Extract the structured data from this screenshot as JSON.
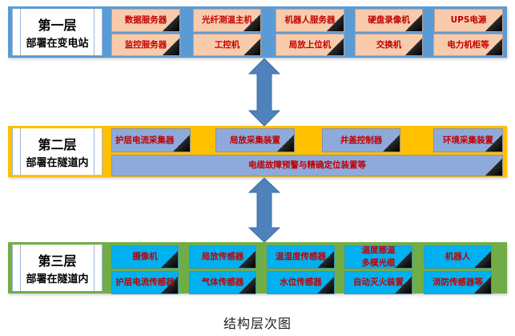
{
  "diagram": {
    "caption": "结构层次图",
    "colors": {
      "layer1_bg": "#5b9bd5",
      "layer2_bg": "#ffc000",
      "layer3_bg": "#70ad47",
      "layer1_cell": "#f8cbad",
      "layer2_cell": "#8eaadb",
      "layer3_cell": "#00b0f0",
      "cell_text": "#c00000",
      "arrow": "#4f81bd"
    },
    "layers": [
      {
        "title": "第一层",
        "subtitle": "部署在变电站",
        "rows": [
          [
            "数据服务器",
            "光纤测温主机",
            "机器人服务器",
            "硬盘录像机",
            "UPS电源"
          ],
          [
            "监控服务器",
            "工控机",
            "局放上位机",
            "交换机",
            "电力机柜等"
          ]
        ]
      },
      {
        "title": "第二层",
        "subtitle": "部署在隧道内",
        "rows": [
          [
            "护层电流采集器",
            "局放采集装置",
            "井盖控制器",
            "环境采集装置"
          ],
          [
            "电缆故障预警与精确定位装置等"
          ]
        ]
      },
      {
        "title": "第三层",
        "subtitle": "部署在隧道内",
        "rows": [
          [
            "摄像机",
            "局放传感器",
            "温湿度传感器",
            "温度感温\n多模光缆",
            "机器人"
          ],
          [
            "护层电流传感器",
            "气体传感器",
            "水位传感器",
            "自动灭火装置",
            "消防传感器等"
          ]
        ]
      }
    ],
    "connectors": [
      {
        "from": "第一层",
        "to": "第二层",
        "icon": "double-arrow-vertical-icon"
      },
      {
        "from": "第二层",
        "to": "第三层",
        "icon": "double-arrow-vertical-icon"
      }
    ]
  }
}
